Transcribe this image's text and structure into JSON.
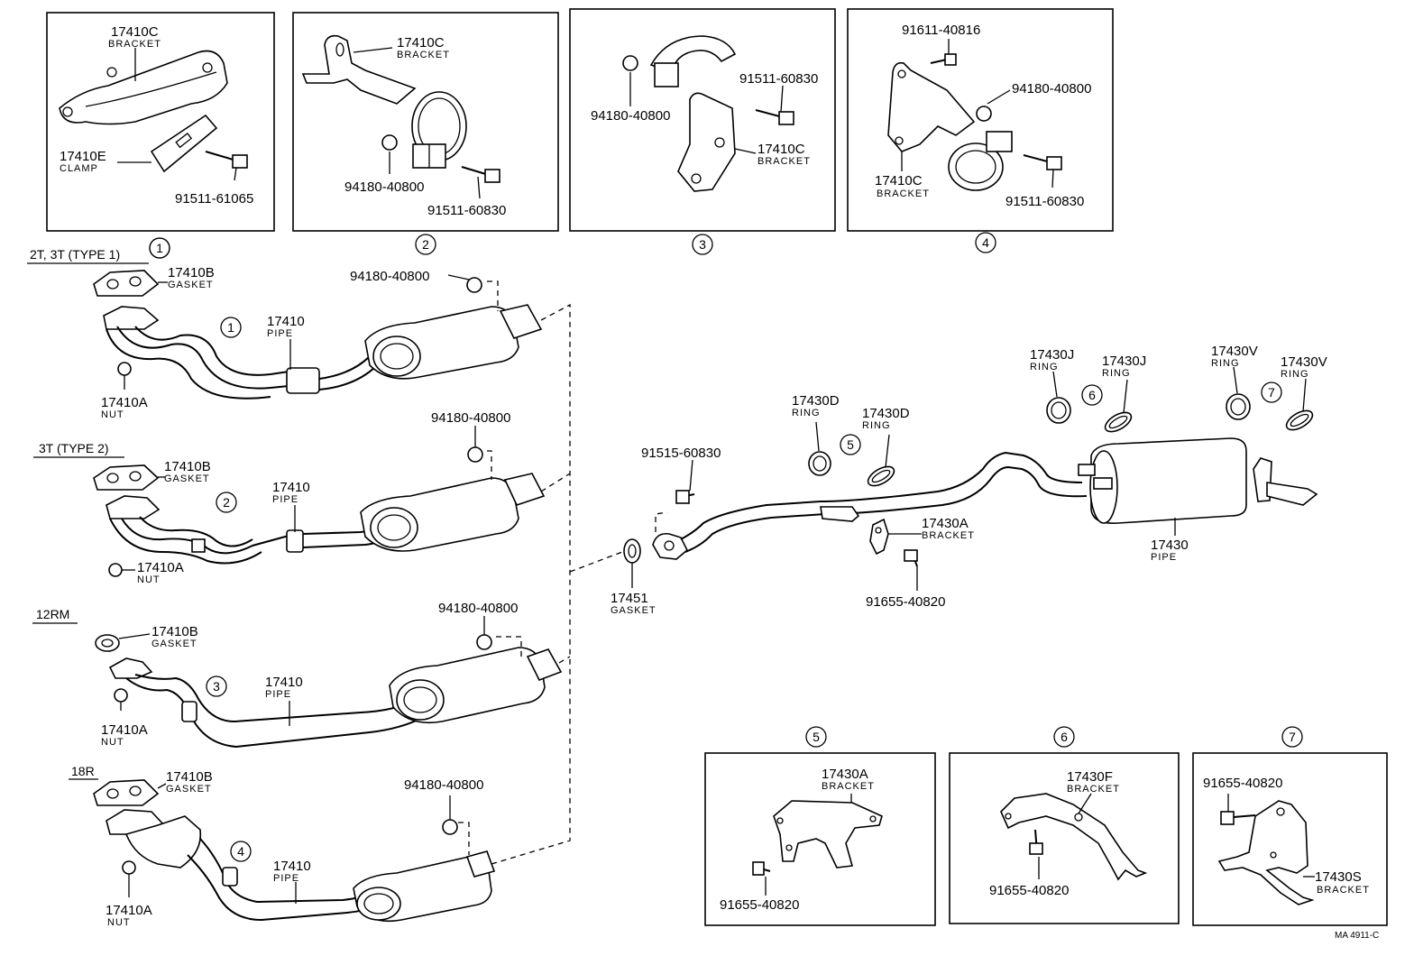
{
  "drawing_ref": "MA 4911-C",
  "detail_boxes": [
    {
      "num": "1",
      "labels": [
        {
          "pn": "17410C",
          "name": "BRACKET"
        },
        {
          "pn": "17410E",
          "name": "CLAMP"
        },
        {
          "pn": "91511-61065",
          "name": ""
        }
      ]
    },
    {
      "num": "2",
      "labels": [
        {
          "pn": "17410C",
          "name": "BRACKET"
        },
        {
          "pn": "94180-40800",
          "name": ""
        },
        {
          "pn": "91511-60830",
          "name": ""
        }
      ]
    },
    {
      "num": "3",
      "labels": [
        {
          "pn": "94180-40800",
          "name": ""
        },
        {
          "pn": "91511-60830",
          "name": ""
        },
        {
          "pn": "17410C",
          "name": "BRACKET"
        }
      ]
    },
    {
      "num": "4",
      "labels": [
        {
          "pn": "91611-40816",
          "name": ""
        },
        {
          "pn": "94180-40800",
          "name": ""
        },
        {
          "pn": "17410C",
          "name": "BRACKET"
        },
        {
          "pn": "91511-60830",
          "name": ""
        }
      ]
    },
    {
      "num": "5",
      "labels": [
        {
          "pn": "17430A",
          "name": "BRACKET"
        },
        {
          "pn": "91655-40820",
          "name": ""
        }
      ]
    },
    {
      "num": "6",
      "labels": [
        {
          "pn": "17430F",
          "name": "BRACKET"
        },
        {
          "pn": "91655-40820",
          "name": ""
        }
      ]
    },
    {
      "num": "7",
      "labels": [
        {
          "pn": "91655-40820",
          "name": ""
        },
        {
          "pn": "17430S",
          "name": "BRACKET"
        }
      ]
    }
  ],
  "front_pipes": [
    {
      "engine": "2T, 3T (TYPE 1)",
      "num": "1",
      "gasket": {
        "pn": "17410B",
        "name": "GASKET"
      },
      "nut": {
        "pn": "17410A",
        "name": "NUT"
      },
      "pipe": {
        "pn": "17410",
        "name": "PIPE"
      },
      "cnut": {
        "pn": "94180-40800"
      }
    },
    {
      "engine": "3T (TYPE 2)",
      "num": "2",
      "gasket": {
        "pn": "17410B",
        "name": "GASKET"
      },
      "nut": {
        "pn": "17410A",
        "name": "NUT"
      },
      "pipe": {
        "pn": "17410",
        "name": "PIPE"
      },
      "cnut": {
        "pn": "94180-40800"
      }
    },
    {
      "engine": "12RM",
      "num": "3",
      "gasket": {
        "pn": "17410B",
        "name": "GASKET"
      },
      "nut": {
        "pn": "17410A",
        "name": "NUT"
      },
      "pipe": {
        "pn": "17410",
        "name": "PIPE"
      },
      "cnut": {
        "pn": "94180-40800"
      }
    },
    {
      "engine": "18R",
      "num": "4",
      "gasket": {
        "pn": "17410B",
        "name": "GASKET"
      },
      "nut": {
        "pn": "17410A",
        "name": "NUT"
      },
      "pipe": {
        "pn": "17410",
        "name": "PIPE"
      },
      "cnut": {
        "pn": "94180-40800"
      }
    }
  ],
  "rear": {
    "bolt": {
      "pn": "91515-60830"
    },
    "gasket": {
      "pn": "17451",
      "name": "GASKET"
    },
    "ring_d1": {
      "pn": "17430D",
      "name": "RING"
    },
    "ring_d2": {
      "pn": "17430D",
      "name": "RING"
    },
    "num5": "5",
    "ring_j1": {
      "pn": "17430J",
      "name": "RING"
    },
    "ring_j2": {
      "pn": "17430J",
      "name": "RING"
    },
    "num6": "6",
    "ring_v1": {
      "pn": "17430V",
      "name": "RING"
    },
    "ring_v2": {
      "pn": "17430V",
      "name": "RING"
    },
    "num7": "7",
    "bracket": {
      "pn": "17430A",
      "name": "BRACKET"
    },
    "bolt2": {
      "pn": "91655-40820"
    },
    "pipe": {
      "pn": "17430",
      "name": "PIPE"
    }
  }
}
